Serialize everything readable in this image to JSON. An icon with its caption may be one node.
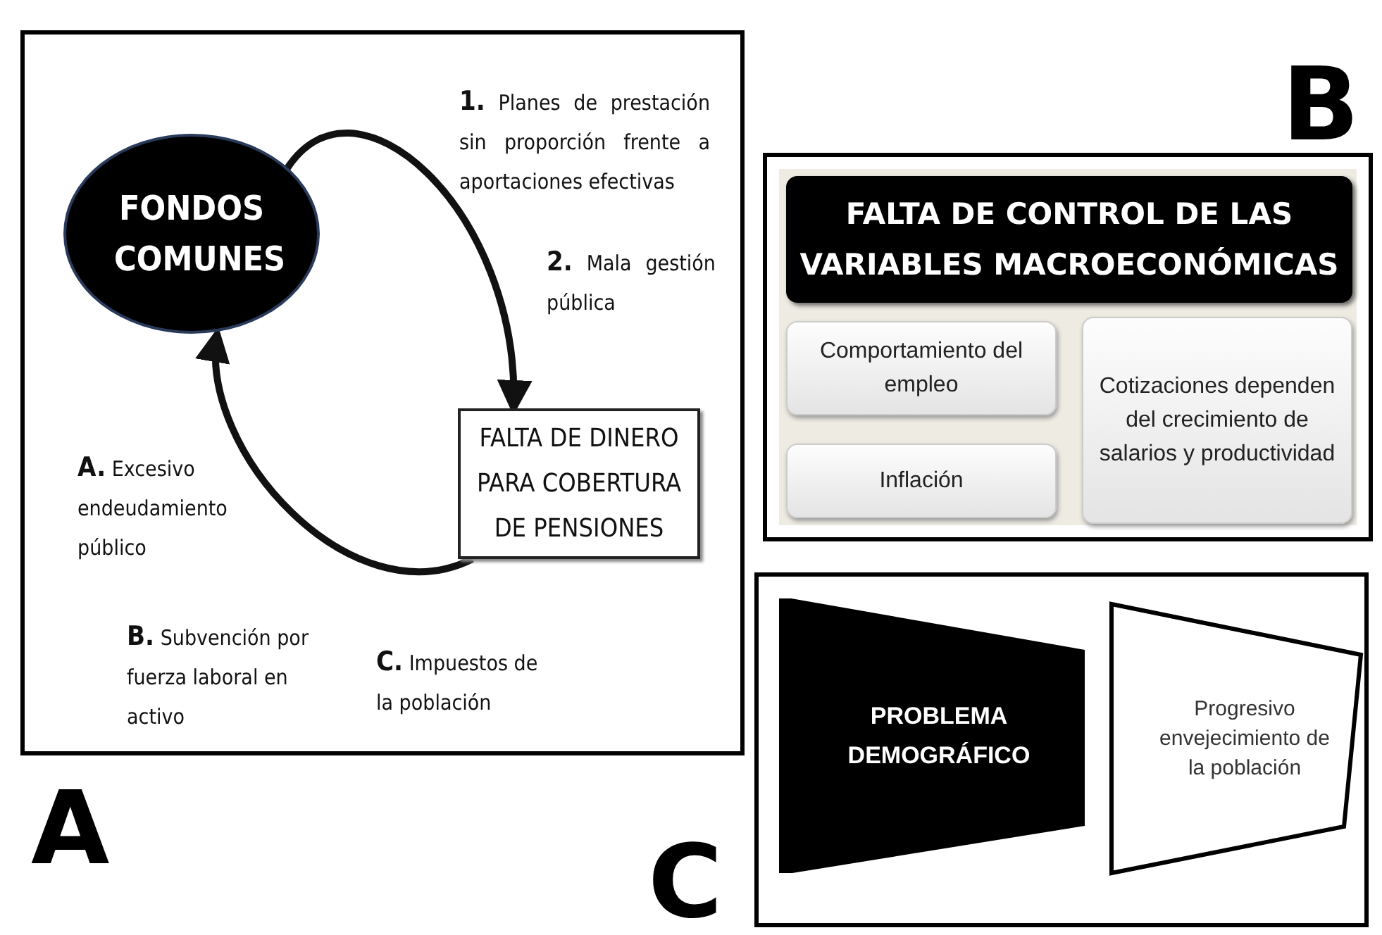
{
  "diagram": {
    "nodes": [
      {
        "text": [
          "FONDOS COMUNES"
        ]
      },
      {
        "text": [
          "FALTA DE DINERO PARA COBERTURA DE PENSIONES"
        ]
      },
      {
        "text": [
          "FALTA DE CONTROL DE LAS VARIABLES MACROECONÓMICAS"
        ]
      },
      {
        "text": [
          "Comportamiento del empleo"
        ]
      },
      {
        "text": [
          "Inflación"
        ]
      },
      {
        "text": [
          "Cotizaciones dependen del crecimiento de salarios y productividad"
        ]
      },
      {
        "text": [
          "PROBLEMA DEMOGRÁFICO"
        ]
      },
      {
        "text": [
          "Progresivo envejecimiento de la población"
        ]
      }
    ],
    "edges": [
      {
        "from": 0,
        "to": 1,
        "arrow": "to"
      },
      {
        "from": 1,
        "to": 0,
        "arrow": "to"
      }
    ],
    "labels": [
      "**1.** Planes de prestación sin proporción frente a aportaciones efectivas",
      "B",
      "**2.** Mala gestión pública",
      "**A.** Excesivo endeudamiento público",
      "**B.** Subvención por fuerza laboral en activo",
      "**C.** Impuestos de la población",
      "A",
      "C"
    ]
  }
}
